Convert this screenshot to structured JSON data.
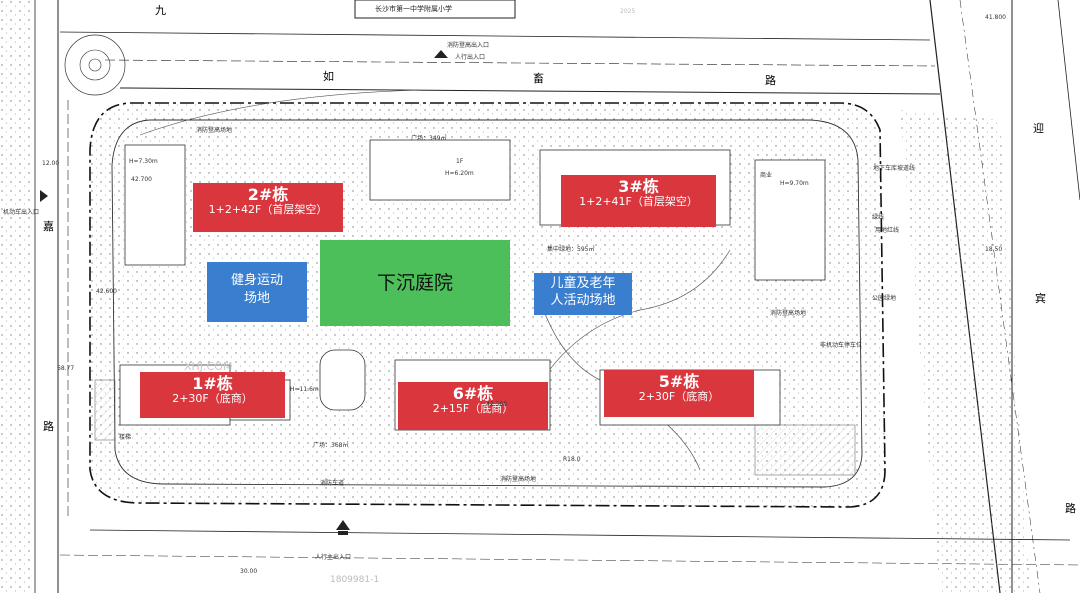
{
  "roads": {
    "north_1": "如",
    "north_2": "畜",
    "north_3": "路",
    "north_top": "九",
    "west_1": "嘉",
    "west_2": "路",
    "east_1": "迎",
    "east_2": "宾",
    "east_3": "路"
  },
  "top_labels": {
    "school": "长沙市第一中学附属小学",
    "fire_entry": "消防登高出入口",
    "ped_entry_top": "人行出入口",
    "dim_41800": "41.800",
    "watermark_top": "2025"
  },
  "buildings": [
    {
      "id": "b2",
      "name": "2#栋",
      "sub": "1+2+42F（首层架空）"
    },
    {
      "id": "b3",
      "name": "3#栋",
      "sub": "1+2+41F（首层架空）"
    },
    {
      "id": "b1",
      "name": "1#栋",
      "sub": "2+30F（底商）"
    },
    {
      "id": "b6",
      "name": "6#栋",
      "sub": "2+15F（底商）"
    },
    {
      "id": "b5",
      "name": "5#栋",
      "sub": "2+30F（底商）"
    }
  ],
  "zones": {
    "fitness": "健身运动\n场地",
    "courtyard": "下沉庭院",
    "children": "儿童及老年\n人活动场地"
  },
  "annotations": {
    "square_top": "广场：349㎡",
    "square_bottom": "广场：368㎡",
    "concentrated_green": "集中绿地：595㎡",
    "fire_platform_1": "消防登高场地",
    "fire_platform_2": "消防登高场地",
    "fire_platform_3": "消防登高场地",
    "fire_lane_bottom": "消防车道",
    "vehicle_exit_west": "机动车出入口",
    "ped_exit_south": "人行主出入口",
    "garage_ramp": "地下车库坡道线",
    "greening": "绿线",
    "land_red_line": "用地红线",
    "park_green": "公园绿地",
    "bike_parking": "非机动车停车位",
    "elev_42600": "42.600",
    "elev_42700": "42.700",
    "elev_42500": "42.500",
    "radius_r18": "R18.0",
    "height_6": "H=6.20m",
    "height_7": "H=7.30m",
    "height_9": "H=9.70m",
    "height_11": "H=11.6m",
    "dim_18": "18.50",
    "dim_12": "12.00",
    "dim_30": "30.00",
    "dim_68": "68.77",
    "shop": "商业",
    "stair": "楼梯",
    "floor_1f": "1F",
    "watermark_mid": "XHJ.COM",
    "watermark_phone": "1809981-1"
  },
  "colors": {
    "building_red": "#d9363e",
    "zone_blue": "#3a7ed0",
    "zone_green": "#4cbe5a"
  }
}
